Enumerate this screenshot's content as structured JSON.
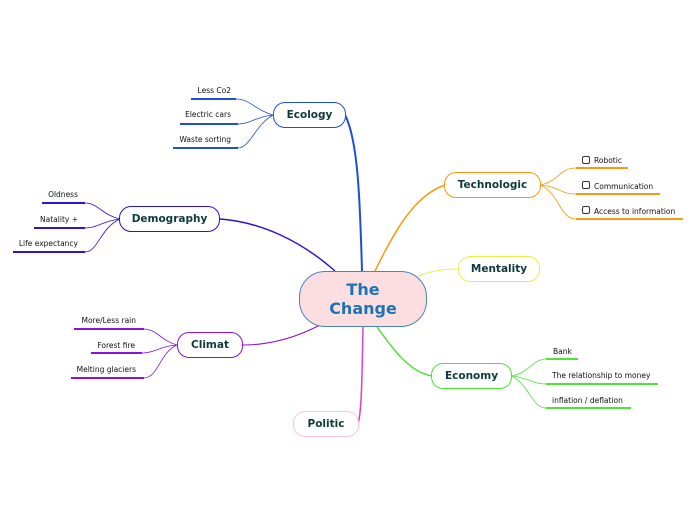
{
  "central": {
    "line1": "The",
    "line2": "Change"
  },
  "ecology": {
    "label": "Ecology",
    "color": "#1f4fd6",
    "items": [
      "Less Co2",
      "Electric cars",
      "Waste sorting"
    ]
  },
  "demography": {
    "label": "Demography",
    "color": "#2a12d6",
    "items": [
      "Oldness",
      "Natality  +",
      "Life expectancy"
    ]
  },
  "climat": {
    "label": "Climat",
    "color": "#8a12d6",
    "items": [
      "More/Less rain",
      "Forest fire",
      "Melting glaciers"
    ]
  },
  "politic": {
    "label": "Politic",
    "color": "#ffc0dc"
  },
  "technologic": {
    "label": "Technologic",
    "color": "#f59a12",
    "items": [
      "Robotic",
      "Communication",
      "Access to information"
    ]
  },
  "mentality": {
    "label": "Mentality",
    "color": "#e6f04a"
  },
  "economy": {
    "label": "Economy",
    "color": "#4fe03a",
    "items": [
      "Bank",
      "The relationship to money",
      "inflation / deflation"
    ]
  },
  "colors": {
    "central_border": "#4a86b8",
    "central_fill": "#fcdde0",
    "central_text": "#1b75b5",
    "politic_link": "#e040c8"
  }
}
